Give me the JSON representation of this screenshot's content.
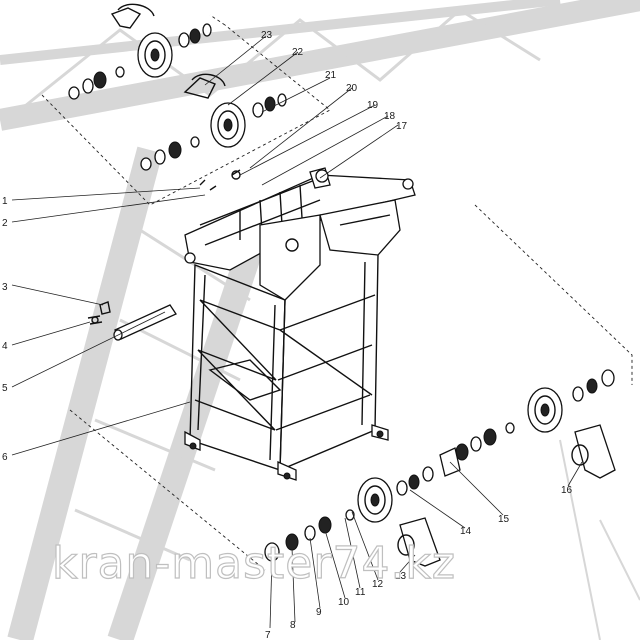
{
  "watermark": "kran-master74.kz",
  "callouts": [
    "1",
    "2",
    "3",
    "4",
    "5",
    "6",
    "7",
    "8",
    "9",
    "10",
    "11",
    "12",
    "13",
    "14",
    "15",
    "16",
    "17",
    "18",
    "19",
    "20",
    "21",
    "22",
    "23"
  ],
  "colors": {
    "line": "#111111",
    "background_crane": "#d7d7d7",
    "watermark_outline": "#bfbfbf"
  }
}
